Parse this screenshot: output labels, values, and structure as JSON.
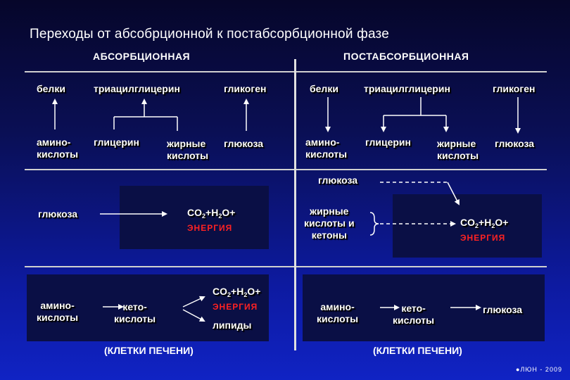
{
  "title": "Переходы от абсобрционной к  постабсорбционной фазе",
  "headers": {
    "left": "АБСОРБЦИОННАЯ",
    "right": "ПОСТАБСОРБЦИОННАЯ"
  },
  "left": {
    "proteins": "белки",
    "triacyl": "триацилглицерин",
    "glycogen": "гликоген",
    "amino_l1": "амино-",
    "amino_l2": "кислоты",
    "glycerol": "глицерин",
    "fatty_l1": "жирные",
    "fatty_l2": "кислоты",
    "glucose": "глюкоза",
    "panel_glucose": "глюкоза",
    "co2_a": "CO",
    "co2_sub1": "2",
    "co2_b": "+H",
    "co2_sub2": "2",
    "co2_c": "O+",
    "energy": "ЭНЕРГИЯ",
    "liver_amino_l1": "амино-",
    "liver_amino_l2": "кислоты",
    "keto_l1": "кето-",
    "keto_l2": "кислоты",
    "liver_co2_a": "CO",
    "liver_co2_sub1": "2",
    "liver_co2_b": "+H",
    "liver_co2_sub2": "2",
    "liver_co2_c": "O+",
    "liver_energy": "ЭНЕРГИЯ",
    "lipids": "липиды",
    "liver_cells": "(КЛЕТКИ ПЕЧЕНИ)"
  },
  "right": {
    "proteins": "белки",
    "triacyl": "триацилглицерин",
    "glycogen": "гликоген",
    "amino_l1": "амино-",
    "amino_l2": "кислоты",
    "glycerol": "глицерин",
    "fatty_l1": "жирные",
    "fatty_l2": "кислоты",
    "glucose": "глюкоза",
    "mid_glucose": "глюкоза",
    "fk_l1": "жирные",
    "fk_l2": "кислоты и",
    "fk_l3": "кетоны",
    "co2_a": "CO",
    "co2_sub1": "2",
    "co2_b": "+H",
    "co2_sub2": "2",
    "co2_c": "O+",
    "energy": "ЭНЕРГИЯ",
    "liver_amino_l1": "амино-",
    "liver_amino_l2": "кислоты",
    "keto_l1": "кето-",
    "keto_l2": "кислоты",
    "liver_glucose": "глюкоза",
    "liver_cells": "(КЛЕТКИ ПЕЧЕНИ)"
  },
  "credit": "ЛЮН - 2009",
  "colors": {
    "energy": "#ff2222",
    "text": "#ffffff",
    "panel": "#0a0f45"
  }
}
